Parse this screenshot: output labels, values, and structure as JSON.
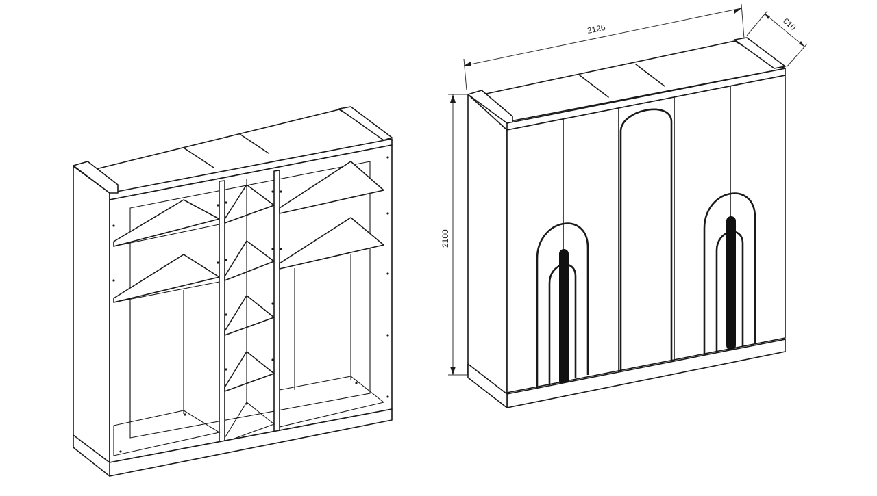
{
  "dimensions": {
    "width": "2126",
    "depth": "610",
    "height": "2100"
  },
  "colors": {
    "line": "#1a1a1a",
    "background": "#ffffff",
    "handle": "#111111"
  }
}
